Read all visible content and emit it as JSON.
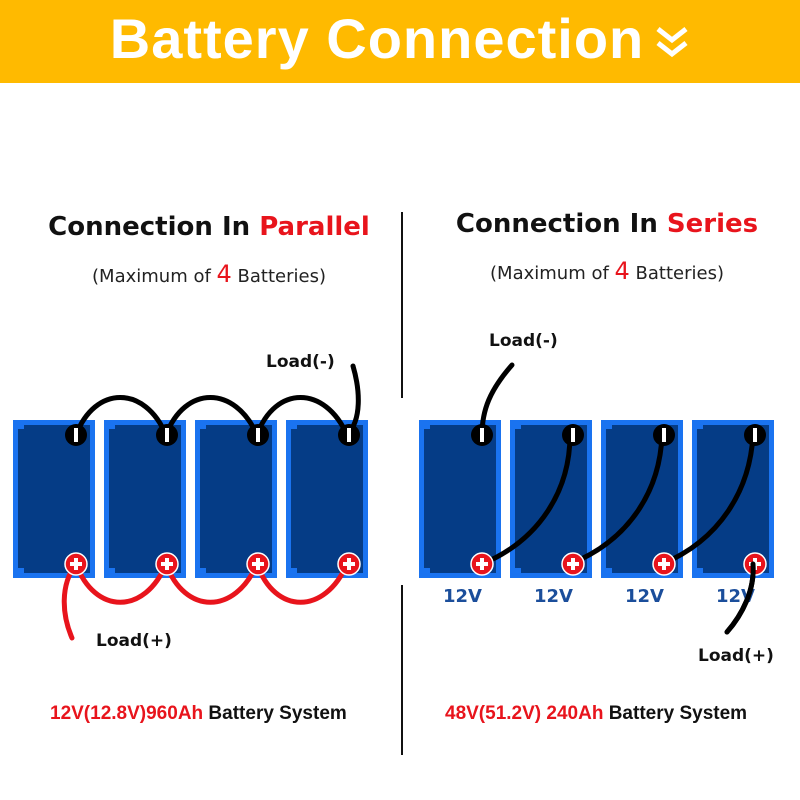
{
  "banner": {
    "title": "Battery Connection",
    "icon": "double-chevron-down-icon"
  },
  "parallel": {
    "heading_prefix": "Connection In ",
    "heading_highlight": "Parallel",
    "sub_prefix": "(Maximum of ",
    "sub_number": "4",
    "sub_suffix": " Batteries)",
    "load_negative": "Load(-)",
    "load_positive": "Load(+)",
    "system_highlight": "12V(12.8V)960Ah",
    "system_suffix": " Battery System",
    "battery_count": 4
  },
  "series": {
    "heading_prefix": "Connection In ",
    "heading_highlight": "Series",
    "sub_prefix": "(Maximum of ",
    "sub_number": "4",
    "sub_suffix": " Batteries)",
    "load_negative": "Load(-)",
    "load_positive": "Load(+)",
    "voltage_labels": [
      "12V",
      "12V",
      "12V",
      "12V"
    ],
    "system_highlight": "48V(51.2V) 240Ah",
    "system_suffix": " Battery System",
    "battery_count": 4
  },
  "colors": {
    "banner": "#FFBA00",
    "accent_red": "#E8141C",
    "battery_outer": "#1A73F0",
    "battery_inner": "#053C86",
    "voltage_text": "#1B4E9B"
  }
}
